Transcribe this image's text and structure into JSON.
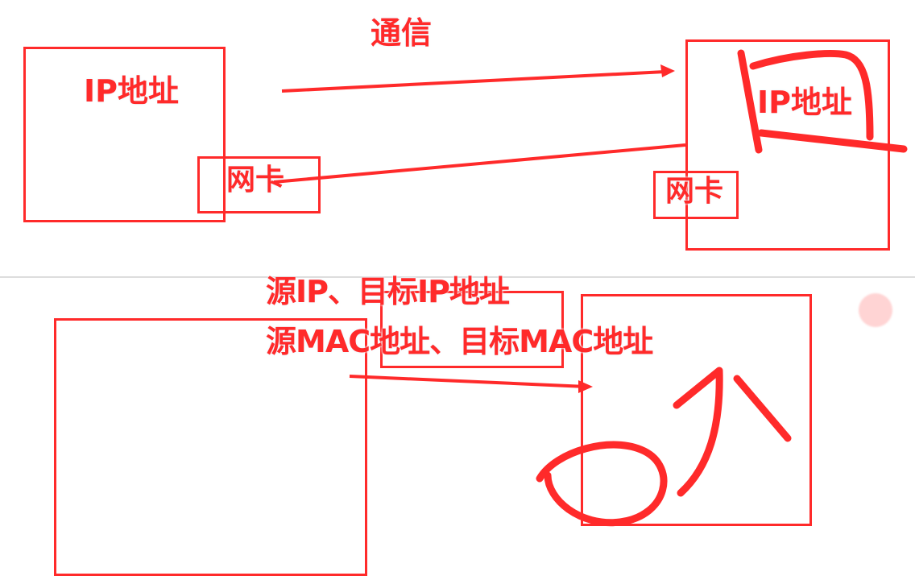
{
  "top_diagram": {
    "title": "通信",
    "left_host": {
      "ip_label": "IP地址",
      "nic_label": "网卡"
    },
    "right_host": {
      "ip_label": "IP地址",
      "nic_label": "网卡"
    }
  },
  "bottom_diagram": {
    "line1": "源IP、目标IP地址",
    "line2": "源MAC地址、目标MAC地址"
  },
  "colors": {
    "stroke": "#ff2a2a",
    "pointer": "#ffd4d4",
    "background": "#ffffff"
  }
}
